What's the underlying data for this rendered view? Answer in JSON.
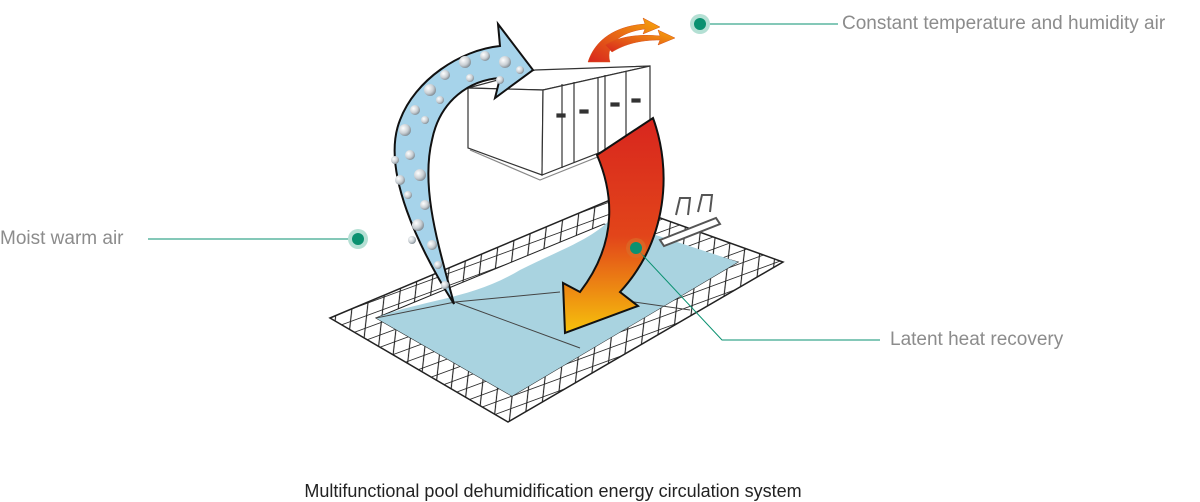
{
  "labels": {
    "constant_air": "Constant temperature and humidity air",
    "moist_air": "Moist warm air",
    "latent_heat": "Latent heat recovery"
  },
  "caption": "Multifunctional pool dehumidification energy circulation system",
  "colors": {
    "callout_dot": "#0a9170",
    "callout_halo": "#b4e0d4",
    "water": "#a9d3e0",
    "moist_arrow": "#a6d3ea",
    "heat_arrow_top": "#d8261e",
    "heat_arrow_bottom": "#f6c20c"
  }
}
